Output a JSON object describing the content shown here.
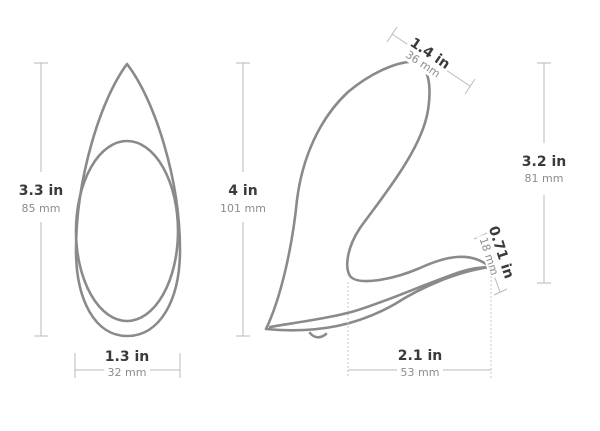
{
  "dimensions": {
    "front_height": {
      "inches": "3.3 in",
      "mm": "85 mm"
    },
    "front_width": {
      "inches": "1.3 in",
      "mm": "32 mm"
    },
    "side_height": {
      "inches": "4 in",
      "mm": "101 mm"
    },
    "top_width": {
      "inches": "1.4 in",
      "mm": "36 mm"
    },
    "arm_height": {
      "inches": "3.2 in",
      "mm": "81 mm"
    },
    "tip_width": {
      "inches": "0.71 in",
      "mm": "18 mm"
    },
    "base_length": {
      "inches": "2.1 in",
      "mm": "53 mm"
    }
  },
  "colors": {
    "outline": "#8a8a8a",
    "dimension_line": "#b9b9b9",
    "label_primary": "#3a3a3a",
    "label_secondary": "#8c8c8c"
  }
}
